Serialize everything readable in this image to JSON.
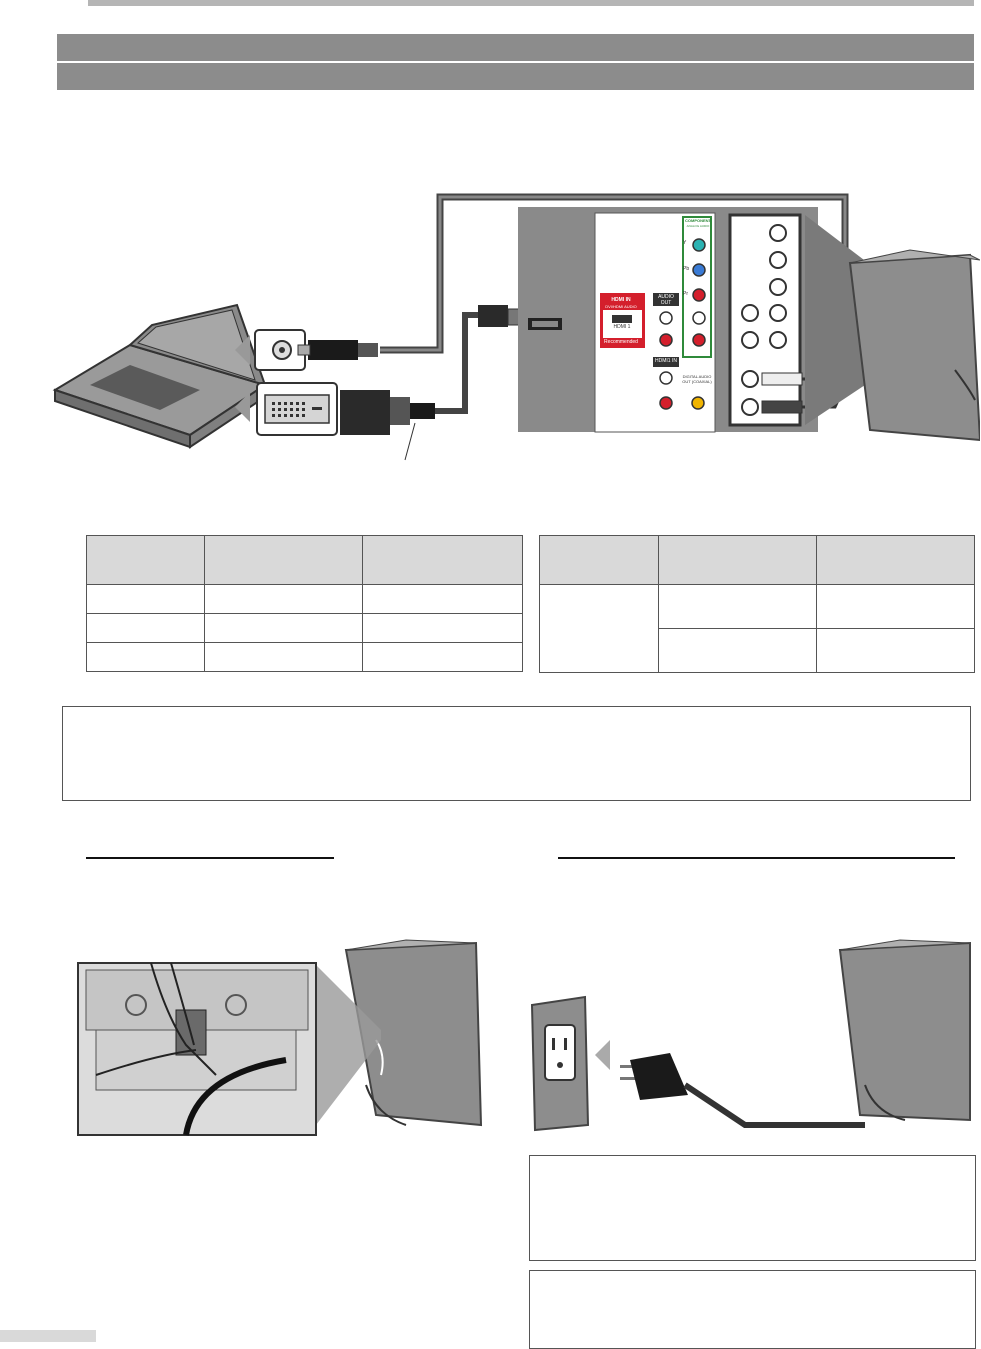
{
  "header": {
    "section_bar_1": "",
    "section_bar_2": ""
  },
  "diagram": {
    "hdmi_panel_label": "HDMI IN",
    "hdmi_panel_sub": "DVI/HDMI AUDIO",
    "hdmi_port_label": "HDMI 1",
    "hdmi_recommended": "Recommended",
    "audio_out_label": "AUDIO OUT",
    "component_label": "COMPONENT",
    "component_sub": "ANALOG AUDIO",
    "hdmi1_in_label": "HDMI1 IN",
    "digital_audio_out_label": "DIGITAL AUDIO OUT (COAXIAL)",
    "ypbpr": [
      "Y",
      "Pb",
      "Pr"
    ]
  },
  "tables": {
    "left": {
      "rows": 3,
      "header": [
        "",
        "",
        ""
      ],
      "cells": [
        [
          "",
          "",
          ""
        ],
        [
          "",
          "",
          ""
        ],
        [
          "",
          "",
          ""
        ]
      ]
    },
    "right": {
      "header": [
        "",
        "",
        ""
      ],
      "cells": [
        [
          "",
          "",
          ""
        ],
        [
          "",
          ""
        ]
      ]
    }
  },
  "note_box": {
    "text": ""
  },
  "bottom_left": {
    "heading": ""
  },
  "bottom_right": {
    "heading": "",
    "note_1": "",
    "note_2": ""
  },
  "colors": {
    "bar": "#8c8c8c",
    "hdmi_red": "#d41f2c",
    "component_green": "#2f8a3a",
    "panel_gray": "#7d7d7d"
  }
}
